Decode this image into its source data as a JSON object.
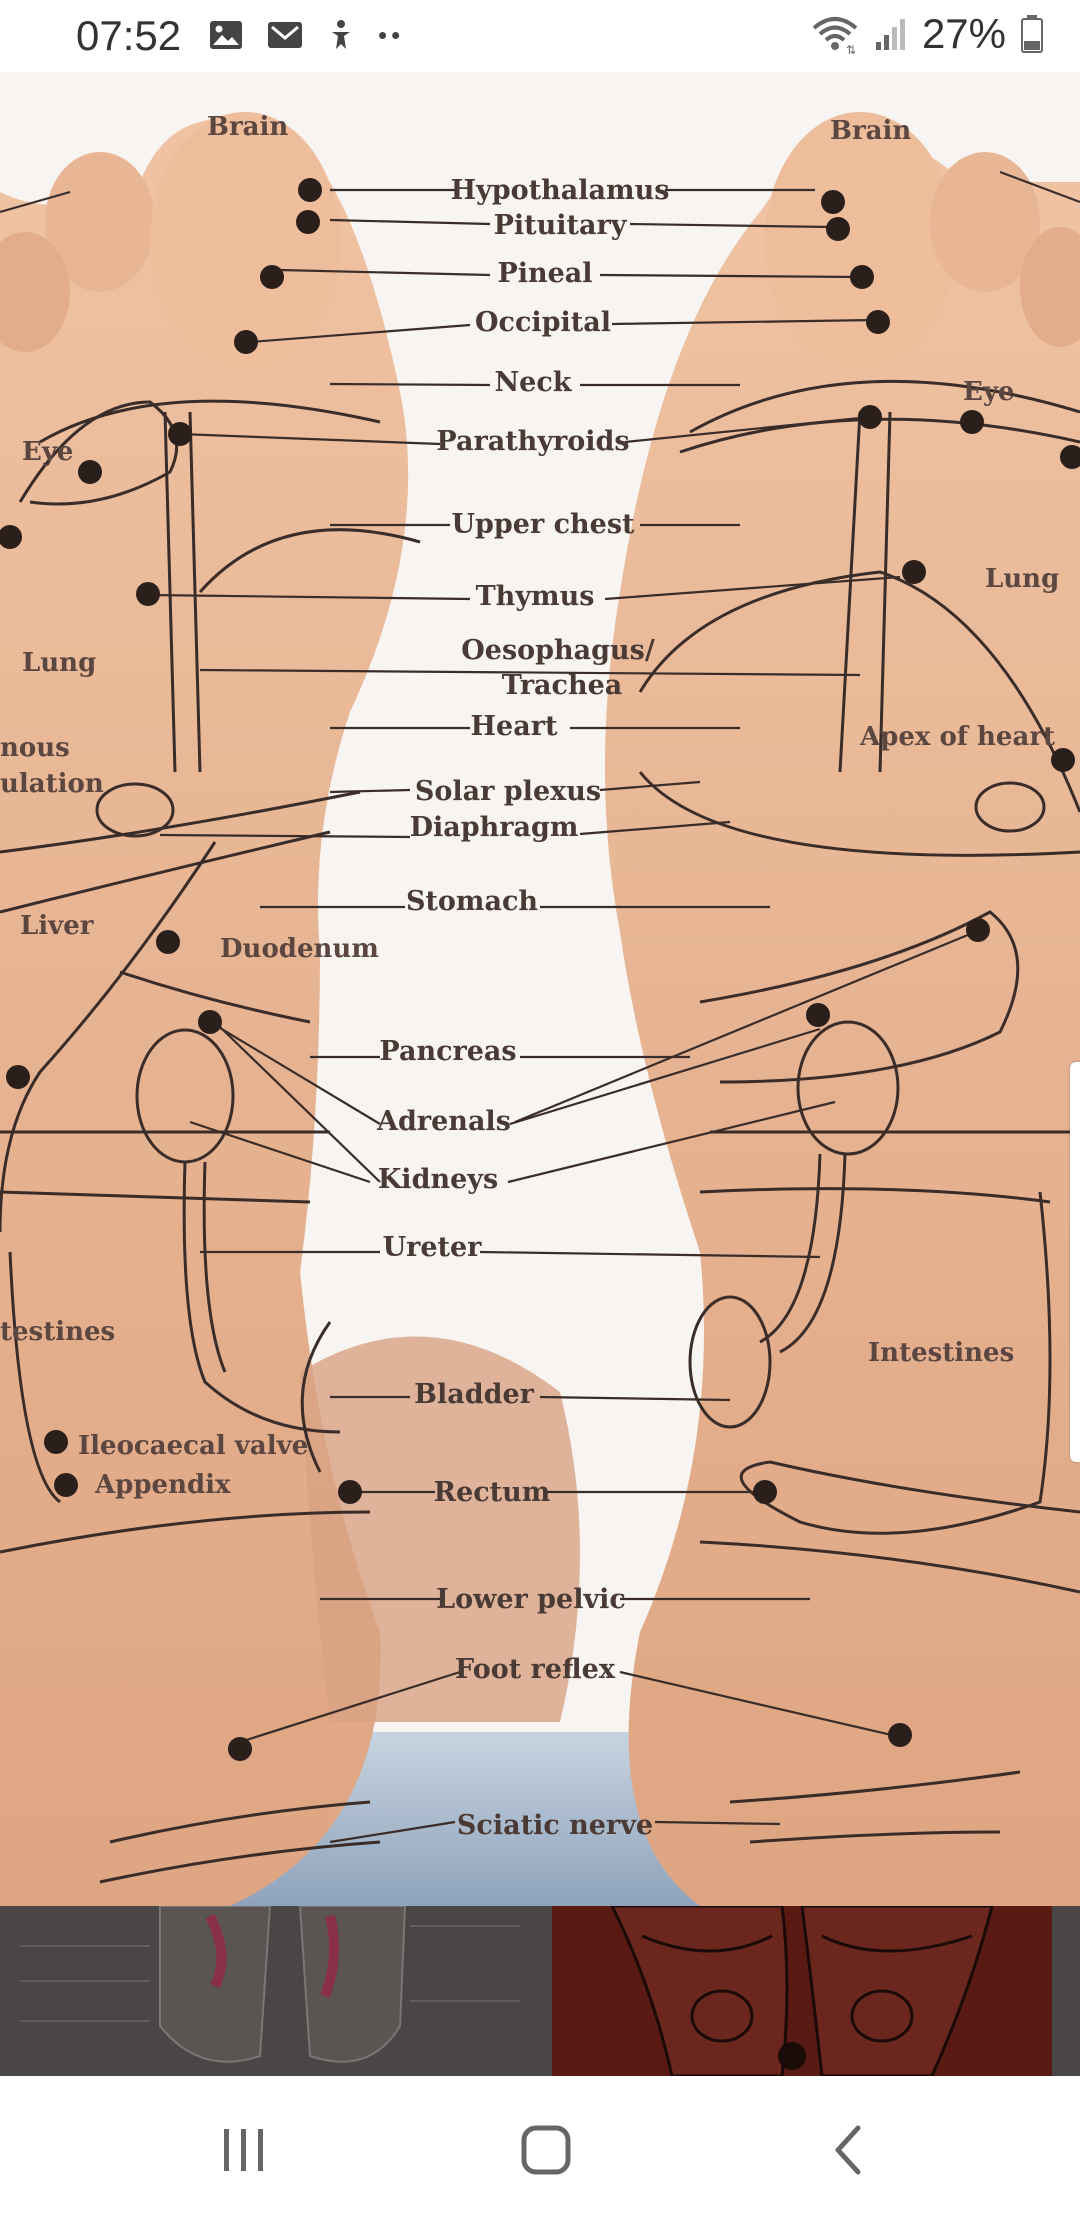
{
  "status_bar": {
    "time": "07:52",
    "left_icons": [
      "gallery-icon",
      "email-icon",
      "accessibility-icon",
      "more-notifications-icon"
    ],
    "more_dots": "••",
    "right_icons": [
      "wifi-icon",
      "signal-icon",
      "battery-icon"
    ],
    "battery": "27%"
  },
  "image_viewer": {
    "labels_center": [
      "Hypothalamus",
      "Pituitary",
      "Pineal",
      "Occipital",
      "Neck",
      "Parathyroids",
      "Upper chest",
      "Thymus",
      "Oesophagus/",
      "Trachea",
      "Heart",
      "Solar plexus",
      "Diaphragm",
      "Stomach",
      "Pancreas",
      "Adrenals",
      "Kidneys",
      "Ureter",
      "Bladder",
      "Rectum",
      "Lower pelvic",
      "Foot reflex",
      "Sciatic nerve"
    ],
    "labels_left": [
      "Brain",
      "Eye",
      "Lung",
      "nous",
      "ulation",
      "Liver",
      "Duodenum",
      "testines",
      "Ileocaecal valve",
      "Appendix"
    ],
    "labels_right": [
      "Brain",
      "Eye",
      "Lung",
      "Apex of heart",
      "Intestines"
    ]
  },
  "navigation_bar": {
    "recents": "recent-apps-icon",
    "home": "home-icon",
    "back": "back-icon"
  },
  "colors": {
    "skin": "#e9b796",
    "skin_shadow": "#c98c6a",
    "background": "#f6f2ee",
    "carpet": "#9fb2c8",
    "label_text": "#4a3a35"
  }
}
